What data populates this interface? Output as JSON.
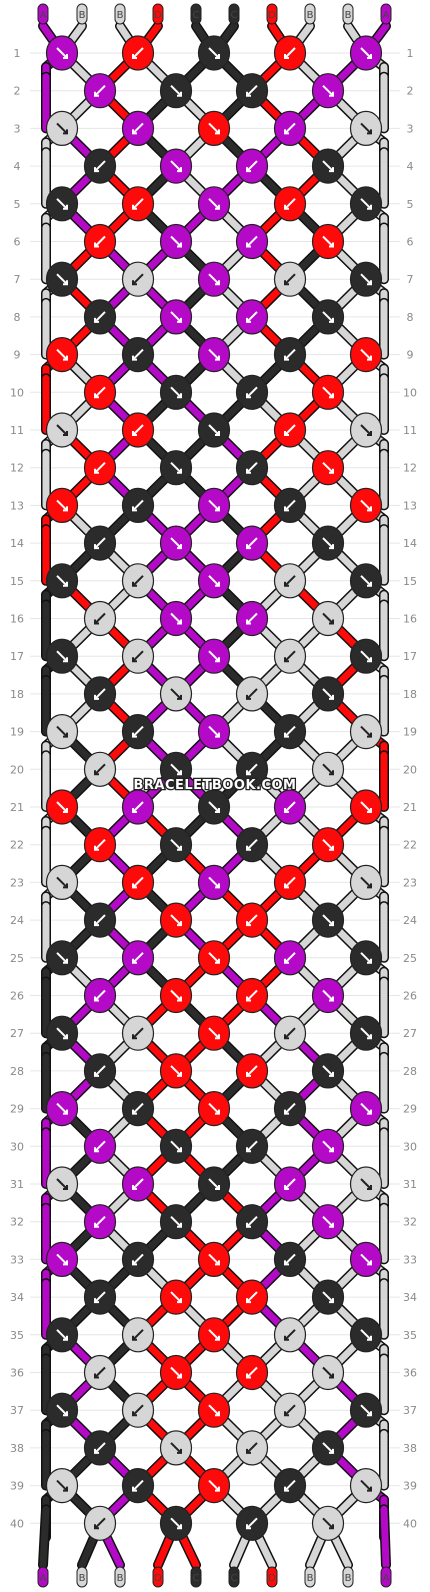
{
  "strands_top": [
    "A",
    "B",
    "B",
    "D",
    "C",
    "C",
    "D",
    "B",
    "B",
    "A"
  ],
  "strands_bottom": [
    "A",
    "B",
    "B",
    "D",
    "C",
    "C",
    "D",
    "B",
    "B",
    "A"
  ],
  "colors": {
    "A": "#b40ac8",
    "B": "#d6d6d6",
    "C": "#2b2b2b",
    "D": "#ff0a0a"
  },
  "row_count": 40,
  "rows": [
    [
      "A",
      "D",
      "C",
      "D",
      "A"
    ],
    [
      "A",
      "C",
      "C",
      "A"
    ],
    [
      "B",
      "A",
      "D",
      "A",
      "B"
    ],
    [
      "C",
      "A",
      "A",
      "C"
    ],
    [
      "C",
      "D",
      "A",
      "D",
      "C"
    ],
    [
      "D",
      "A",
      "A",
      "D"
    ],
    [
      "C",
      "B",
      "A",
      "B",
      "C"
    ],
    [
      "C",
      "A",
      "A",
      "C"
    ],
    [
      "D",
      "C",
      "A",
      "C",
      "D"
    ],
    [
      "D",
      "C",
      "C",
      "D"
    ],
    [
      "B",
      "D",
      "C",
      "D",
      "B"
    ],
    [
      "D",
      "C",
      "C",
      "D"
    ],
    [
      "D",
      "C",
      "A",
      "C",
      "D"
    ],
    [
      "C",
      "A",
      "A",
      "C"
    ],
    [
      "C",
      "B",
      "A",
      "B",
      "C"
    ],
    [
      "B",
      "A",
      "A",
      "B"
    ],
    [
      "C",
      "B",
      "A",
      "B",
      "C"
    ],
    [
      "C",
      "B",
      "B",
      "C"
    ],
    [
      "B",
      "C",
      "A",
      "C",
      "B"
    ],
    [
      "B",
      "C",
      "C",
      "B"
    ],
    [
      "D",
      "A",
      "C",
      "A",
      "D"
    ],
    [
      "D",
      "C",
      "C",
      "D"
    ],
    [
      "B",
      "D",
      "A",
      "D",
      "B"
    ],
    [
      "C",
      "D",
      "D",
      "C"
    ],
    [
      "C",
      "A",
      "D",
      "A",
      "C"
    ],
    [
      "A",
      "D",
      "D",
      "A"
    ],
    [
      "C",
      "B",
      "D",
      "B",
      "C"
    ],
    [
      "C",
      "D",
      "D",
      "C"
    ],
    [
      "A",
      "C",
      "D",
      "C",
      "A"
    ],
    [
      "A",
      "C",
      "C",
      "A"
    ],
    [
      "B",
      "A",
      "C",
      "A",
      "B"
    ],
    [
      "A",
      "C",
      "C",
      "A"
    ],
    [
      "A",
      "C",
      "D",
      "C",
      "A"
    ],
    [
      "C",
      "D",
      "D",
      "C"
    ],
    [
      "C",
      "B",
      "D",
      "B",
      "C"
    ],
    [
      "B",
      "D",
      "D",
      "B"
    ],
    [
      "C",
      "B",
      "D",
      "B",
      "C"
    ],
    [
      "C",
      "B",
      "B",
      "C"
    ],
    [
      "B",
      "C",
      "D",
      "C",
      "B"
    ],
    [
      "B",
      "C",
      "C",
      "B"
    ]
  ],
  "watermark": "BRACELETBOOK.COM"
}
